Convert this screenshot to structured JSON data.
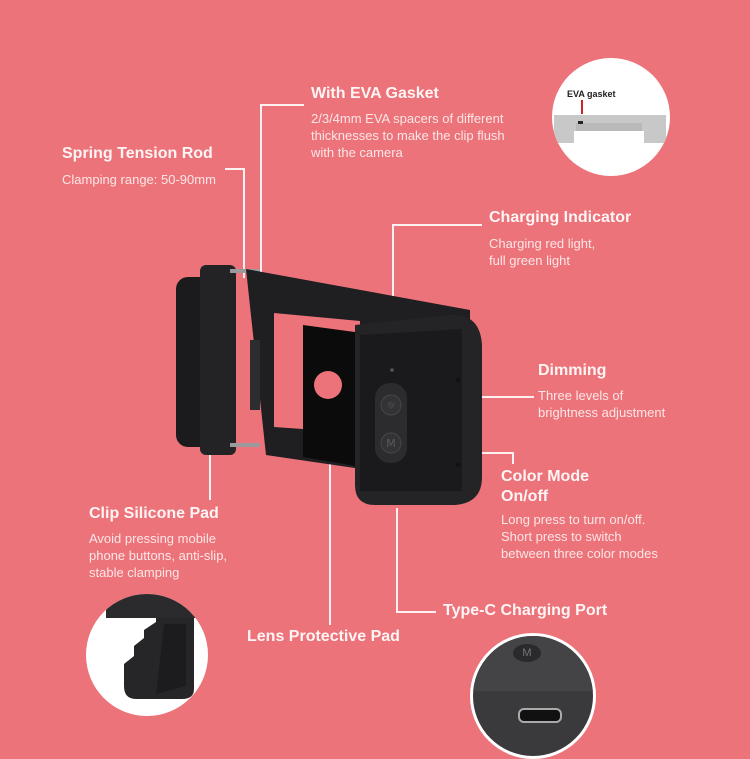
{
  "background_color": "#ec737a",
  "callouts": {
    "eva_gasket": {
      "title": "With EVA Gasket",
      "desc": [
        "2/3/4mm EVA spacers of different",
        "thicknesses to make the clip flush",
        "with the camera"
      ]
    },
    "spring_rod": {
      "title": "Spring Tension Rod",
      "desc": [
        "Clamping range: 50-90mm"
      ]
    },
    "charging_indicator": {
      "title": "Charging Indicator",
      "desc": [
        "Charging red light,",
        "full green light"
      ]
    },
    "dimming": {
      "title": "Dimming",
      "desc": [
        "Three levels of",
        "brightness adjustment"
      ]
    },
    "color_mode": {
      "title": [
        "Color Mode",
        "On/off"
      ],
      "desc": [
        "Long press to turn on/off.",
        "Short press to switch",
        "between three color modes"
      ]
    },
    "silicone_pad": {
      "title": "Clip Silicone Pad",
      "desc": [
        "Avoid pressing mobile",
        "phone buttons, anti-slip,",
        "stable clamping"
      ]
    },
    "lens_pad": {
      "title": "Lens Protective Pad"
    },
    "type_c": {
      "title": "Type-C Charging Port"
    }
  },
  "inset_eva": {
    "label": "EVA gasket"
  },
  "device": {
    "button_dim_glyph": "☼",
    "button_mode_glyph": "M"
  },
  "inset_port": {
    "button_glyph": "M"
  }
}
